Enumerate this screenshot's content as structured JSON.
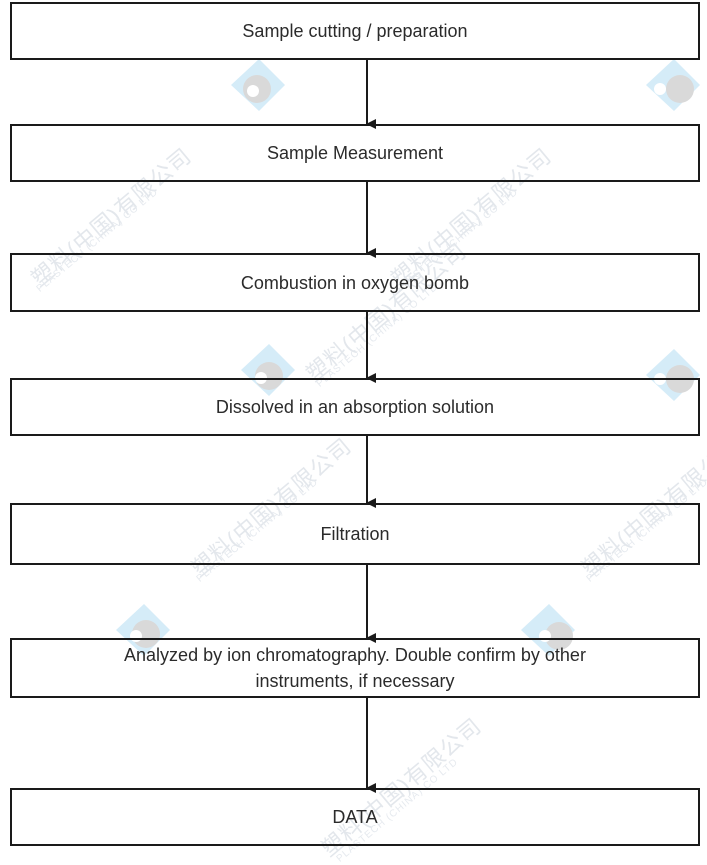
{
  "flowchart": {
    "steps": [
      {
        "label": "Sample cutting / preparation"
      },
      {
        "label": "Sample Measurement"
      },
      {
        "label": "Combustion in oxygen bomb"
      },
      {
        "label": "Dissolved in an absorption solution"
      },
      {
        "label": "Filtration"
      },
      {
        "label": "Analyzed by ion chromatography. Double confirm by other",
        "label2": "instruments, if necessary"
      },
      {
        "label": "DATA"
      }
    ]
  },
  "watermark": {
    "text_cn": "塑料(中国)有限公司",
    "text_en": "PLASTECH (CHINA) CO LTD",
    "logo_color": "#4db3e6"
  },
  "colors": {
    "border": "#1a1a1a",
    "text": "#2b2b2b"
  }
}
